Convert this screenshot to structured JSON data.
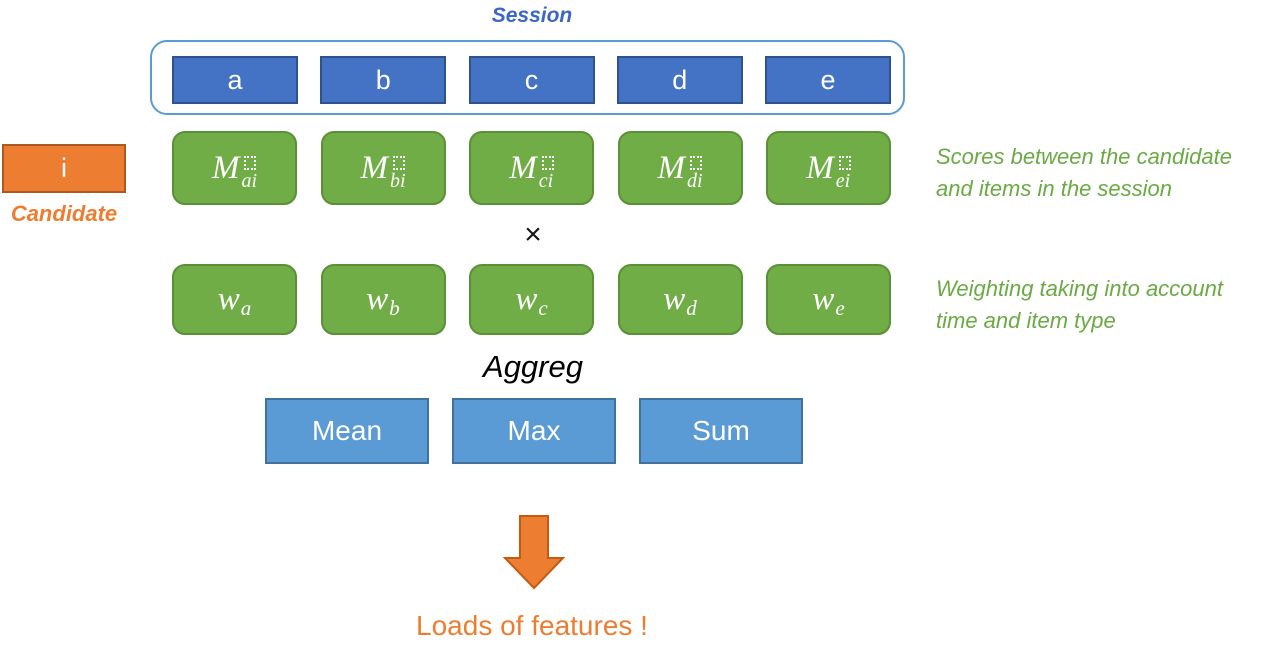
{
  "session": {
    "label": "Session",
    "items": [
      "a",
      "b",
      "c",
      "d",
      "e"
    ]
  },
  "candidate": {
    "box_label": "i",
    "caption": "Candidate"
  },
  "scores_row": {
    "boxes": [
      {
        "base": "M",
        "sub": "ai"
      },
      {
        "base": "M",
        "sub": "bi"
      },
      {
        "base": "M",
        "sub": "ci"
      },
      {
        "base": "M",
        "sub": "di"
      },
      {
        "base": "M",
        "sub": "ei"
      }
    ],
    "annotation": [
      "Scores between the candidate",
      "and items in the session"
    ]
  },
  "multiply_symbol": "×",
  "weights_row": {
    "boxes": [
      {
        "base": "w",
        "sub": "a"
      },
      {
        "base": "w",
        "sub": "b"
      },
      {
        "base": "w",
        "sub": "c"
      },
      {
        "base": "w",
        "sub": "d"
      },
      {
        "base": "w",
        "sub": "e"
      }
    ],
    "annotation": [
      "Weighting taking into account",
      "time and item type"
    ]
  },
  "aggregation": {
    "label": "Aggreg",
    "methods": [
      "Mean",
      "Max",
      "Sum"
    ]
  },
  "result": {
    "label": "Loads of features !"
  },
  "colors": {
    "session_item_fill": "#4472C4",
    "session_item_border": "#2F528F",
    "session_container_border": "#5B9BD5",
    "session_label_text": "#3B66C4",
    "green_fill": "#70AD47",
    "green_border": "#5A9036",
    "green_annotation_text": "#6AAA43",
    "orange_fill": "#ED7D31",
    "orange_border": "#AC5A21",
    "aggregation_fill": "#5B9BD5",
    "aggregation_border": "#41719C",
    "multiply_text": "#151515",
    "aggreg_text": "#000000"
  }
}
